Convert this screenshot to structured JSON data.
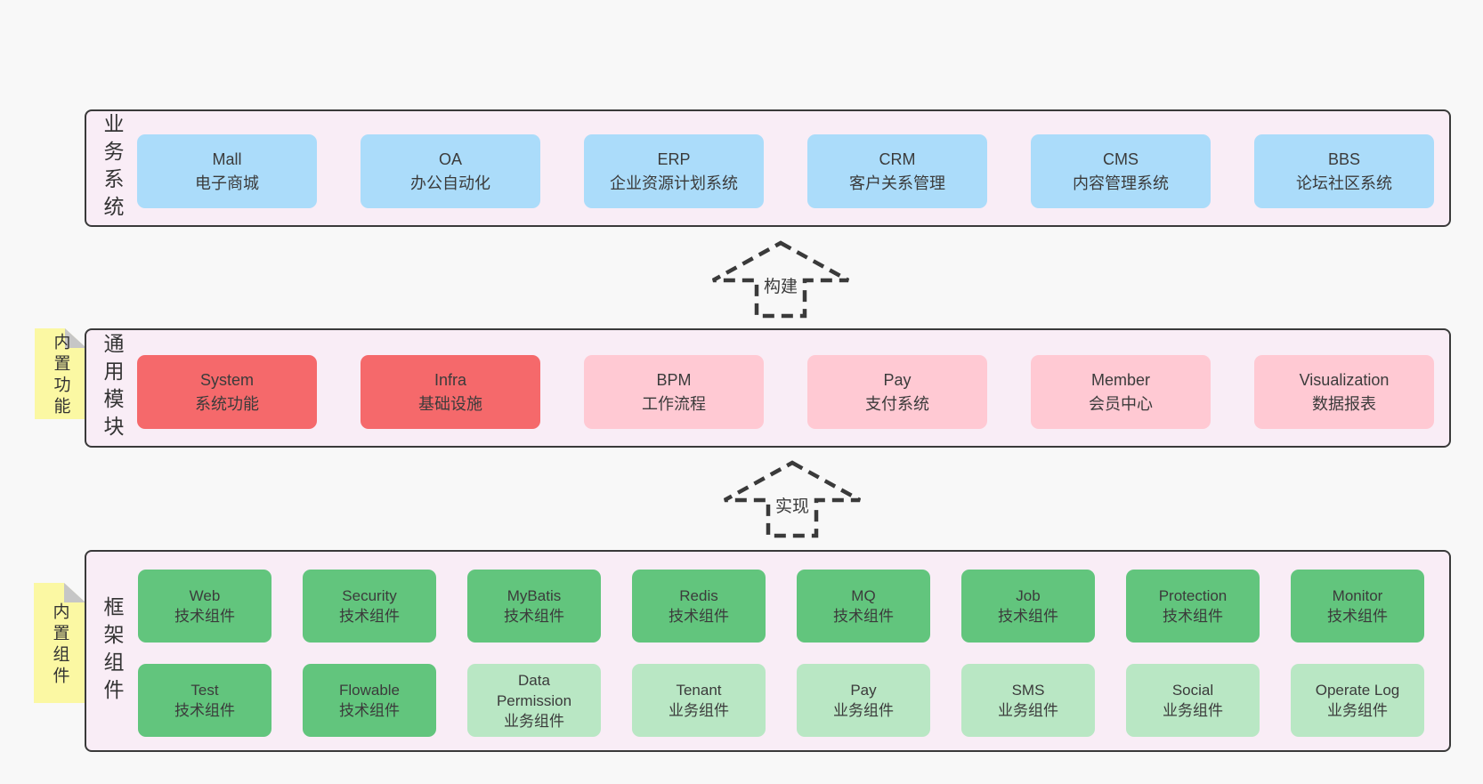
{
  "colors": {
    "page_bg": "#f8f8f8",
    "panel_bg": "#f9edf6",
    "panel_border": "#3a3a3a",
    "blue": "#abdcfa",
    "red": "#f5696b",
    "pink": "#ffc9d3",
    "green_dark": "#62c57d",
    "green_light": "#b9e7c4",
    "note_yellow": "#fbf8a3",
    "note_fold_gray": "#c6c6c6",
    "text": "#3b3b3b"
  },
  "arrows": [
    {
      "label": "构建"
    },
    {
      "label": "实现"
    }
  ],
  "rows": [
    {
      "id": "business",
      "label": "业务系统",
      "items": [
        {
          "name": "Mall",
          "desc": "电子商城",
          "variant": "blue"
        },
        {
          "name": "OA",
          "desc": "办公自动化",
          "variant": "blue"
        },
        {
          "name": "ERP",
          "desc": "企业资源计划系统",
          "variant": "blue"
        },
        {
          "name": "CRM",
          "desc": "客户关系管理",
          "variant": "blue"
        },
        {
          "name": "CMS",
          "desc": "内容管理系统",
          "variant": "blue"
        },
        {
          "name": "BBS",
          "desc": "论坛社区系统",
          "variant": "blue"
        }
      ]
    },
    {
      "id": "modules",
      "label": "通用模块",
      "note": "内置功能",
      "items": [
        {
          "name": "System",
          "desc": "系统功能",
          "variant": "red"
        },
        {
          "name": "Infra",
          "desc": "基础设施",
          "variant": "red"
        },
        {
          "name": "BPM",
          "desc": "工作流程",
          "variant": "pink"
        },
        {
          "name": "Pay",
          "desc": "支付系统",
          "variant": "pink"
        },
        {
          "name": "Member",
          "desc": "会员中心",
          "variant": "pink"
        },
        {
          "name": "Visualization",
          "desc": "数据报表",
          "variant": "pink"
        }
      ]
    },
    {
      "id": "components",
      "label": "框架组件",
      "note": "内置组件",
      "items": [
        {
          "name": "Web",
          "desc": "技术组件",
          "variant": "green_dark"
        },
        {
          "name": "Security",
          "desc": "技术组件",
          "variant": "green_dark"
        },
        {
          "name": "MyBatis",
          "desc": "技术组件",
          "variant": "green_dark"
        },
        {
          "name": "Redis",
          "desc": "技术组件",
          "variant": "green_dark"
        },
        {
          "name": "MQ",
          "desc": "技术组件",
          "variant": "green_dark"
        },
        {
          "name": "Job",
          "desc": "技术组件",
          "variant": "green_dark"
        },
        {
          "name": "Protection",
          "desc": "技术组件",
          "variant": "green_dark"
        },
        {
          "name": "Monitor",
          "desc": "技术组件",
          "variant": "green_dark"
        },
        {
          "name": "Test",
          "desc": "技术组件",
          "variant": "green_dark"
        },
        {
          "name": "Flowable",
          "desc": "技术组件",
          "variant": "green_dark"
        },
        {
          "name": "Data Permission",
          "desc": "业务组件",
          "variant": "green_light"
        },
        {
          "name": "Tenant",
          "desc": "业务组件",
          "variant": "green_light"
        },
        {
          "name": "Pay",
          "desc": "业务组件",
          "variant": "green_light"
        },
        {
          "name": "SMS",
          "desc": "业务组件",
          "variant": "green_light"
        },
        {
          "name": "Social",
          "desc": "业务组件",
          "variant": "green_light"
        },
        {
          "name": "Operate Log",
          "desc": "业务组件",
          "variant": "green_light"
        }
      ]
    }
  ]
}
